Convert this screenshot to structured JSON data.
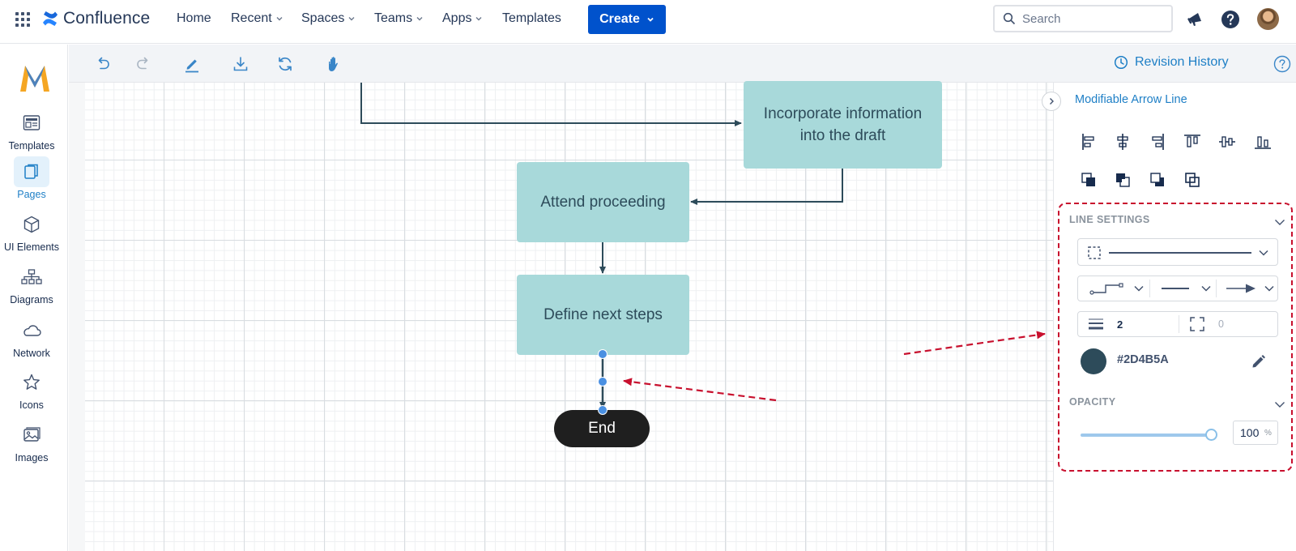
{
  "app": {
    "brand": "Confluence"
  },
  "nav": {
    "home": "Home",
    "recent": "Recent",
    "spaces": "Spaces",
    "teams": "Teams",
    "apps": "Apps",
    "templates": "Templates",
    "create": "Create"
  },
  "search": {
    "placeholder": "Search"
  },
  "sidebar": {
    "items": [
      {
        "label": "Templates",
        "icon": "templates-icon"
      },
      {
        "label": "Pages",
        "icon": "pages-icon",
        "active": true
      },
      {
        "label": "UI Elements",
        "icon": "cube-icon"
      },
      {
        "label": "Diagrams",
        "icon": "hierarchy-icon"
      },
      {
        "label": "Network",
        "icon": "cloud-icon"
      },
      {
        "label": "Icons",
        "icon": "star-icon"
      },
      {
        "label": "Images",
        "icon": "image-icon"
      }
    ]
  },
  "toolbar": {
    "tools": [
      "undo-icon",
      "redo-icon",
      "pencil-icon",
      "download-icon",
      "refresh-icon",
      "hand-icon"
    ],
    "revision_label": "Revision History"
  },
  "diagram": {
    "nodes": {
      "incorporate": "Incorporate information into the draft",
      "attend": "Attend proceeding",
      "define": "Define next steps",
      "end": "End"
    }
  },
  "panel": {
    "title": "Modifiable Arrow Line",
    "align_icons": [
      "align-left-icon",
      "align-center-icon",
      "align-right-icon",
      "align-top-icon",
      "align-middle-icon",
      "align-bottom-icon"
    ],
    "order_icons": [
      "bring-front-icon",
      "bring-forward-icon",
      "send-backward-icon",
      "send-back-icon"
    ],
    "line_settings": {
      "title": "LINE SETTINGS",
      "width": "2",
      "radius": "0",
      "color_hex": "#2D4B5A",
      "color": "#2D4B5A"
    },
    "opacity": {
      "title": "OPACITY",
      "value": "100",
      "unit": "%",
      "level": 1.0
    }
  },
  "colors": {
    "accent": "#0052CC",
    "link": "#1E7FC6",
    "node_fill": "#A8D9DA",
    "annotation": "#C8102E"
  }
}
